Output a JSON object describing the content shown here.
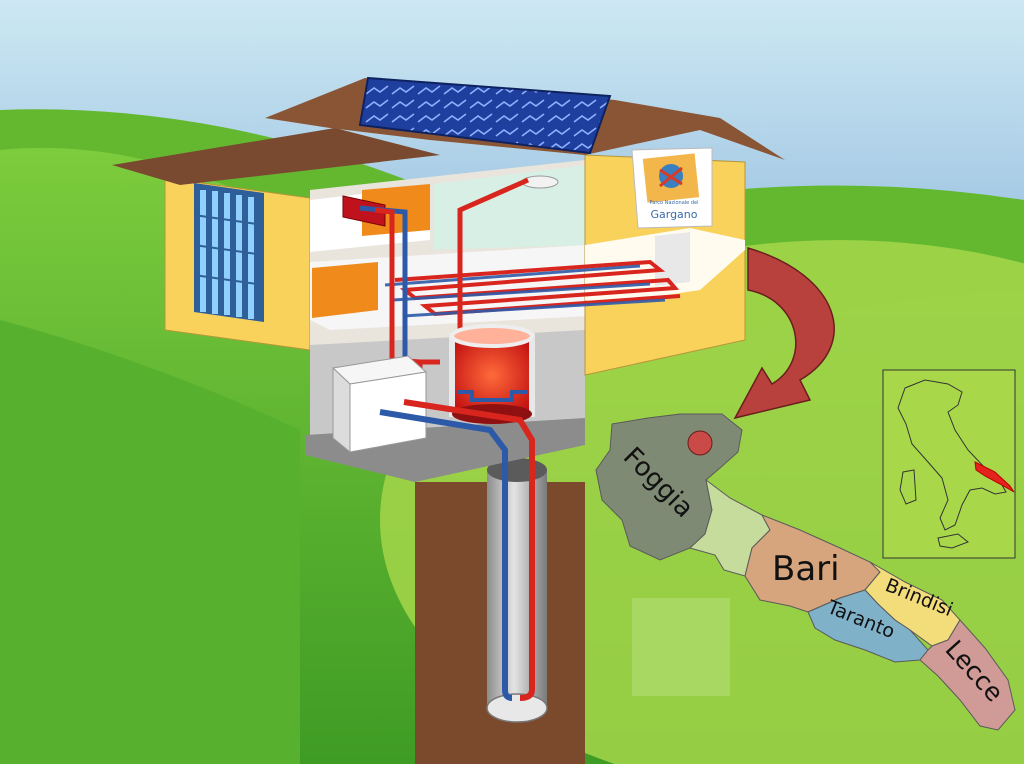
{
  "colors": {
    "sky_top": "#bfe0ef",
    "sky_bottom": "#3a7fc0",
    "grass": "#6cc23a",
    "grass_dark": "#3f9a22",
    "hill_light": "#a8d84a",
    "wall_yellow": "#f8d25a",
    "roof_brown": "#7a4a30",
    "ground_brown": "#7b4a2c",
    "pipe_red": "#d8261f",
    "pipe_blue": "#2d5aa8",
    "arrow_red": "#b8413e",
    "foggia": "#7f8a74",
    "bat": "#c5dc9c",
    "bari": "#d7a57d",
    "brindisi": "#f3dc7a",
    "taranto": "#7fb1c8",
    "lecce": "#d09a96"
  },
  "house": {
    "logo_text": "Gargano",
    "logo_subtext": "Parco Nazionale del"
  },
  "map": {
    "provinces": [
      {
        "id": "foggia",
        "label": "Foggia"
      },
      {
        "id": "bat",
        "label": ""
      },
      {
        "id": "bari",
        "label": "Bari"
      },
      {
        "id": "taranto",
        "label": "Taranto"
      },
      {
        "id": "brindisi",
        "label": "Brindisi"
      },
      {
        "id": "lecce",
        "label": "Lecce"
      }
    ]
  },
  "inset_map": {
    "highlight": "Puglia"
  }
}
